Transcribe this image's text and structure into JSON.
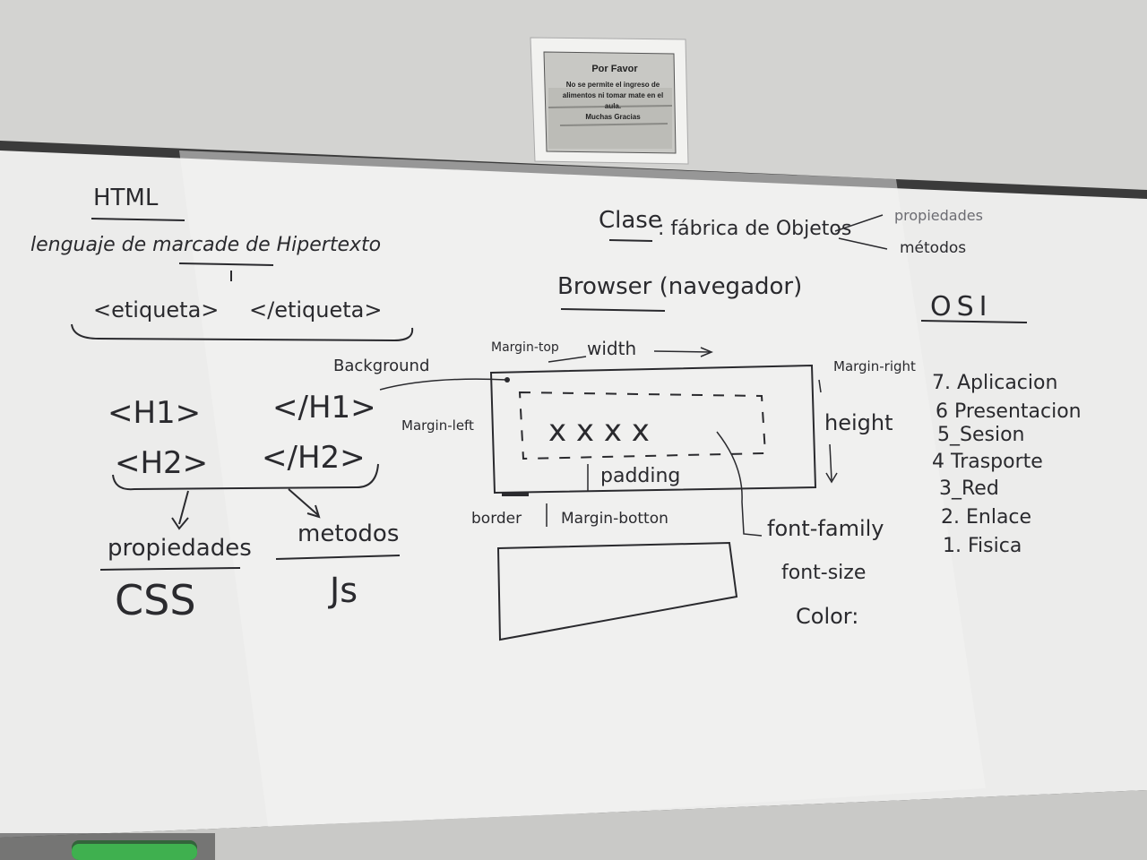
{
  "colors": {
    "wall": "#d4d4d2",
    "board": "#ededec",
    "frame": "#3a3a3a",
    "marker": "#2a2a2e",
    "light_marker": "#6c6c72",
    "tray_item": "#39a54a"
  },
  "sign": {
    "title": "Por Favor",
    "lines": [
      "No se permite el ingreso de",
      "alimentos ni tomar mate en el",
      "aula.",
      "Muchas Gracias"
    ]
  },
  "html_section": {
    "title": "HTML",
    "subtitle": "lenguaje de marcade de Hipertexto",
    "tag_open": "<etiqueta>",
    "tag_close": "</etiqueta>",
    "h1_open": "<H1>",
    "h1_close": "</H1>",
    "h2_open": "<H2>",
    "h2_close": "</H2>",
    "properties": "propiedades",
    "methods": "metodos",
    "css": "CSS",
    "js": "Js"
  },
  "class_section": {
    "clase": "Clase",
    "definition": ": fábrica de Objetos",
    "prop": "propiedades",
    "met": "métodos"
  },
  "browser": "Browser (navegador)",
  "box_model": {
    "background": "Background",
    "margin_top": "Margin-top",
    "width": "width",
    "margin_right": "Margin-right",
    "margin_left": "Margin-left",
    "content": "x x x x",
    "height": "height",
    "padding": "padding",
    "border": "border",
    "margin_bottom": "Margin-botton",
    "font_family": "font-family",
    "font_size": "font-size",
    "color": "Color:"
  },
  "osi": {
    "title": "OSI",
    "layers": [
      "7. Aplicacion",
      "6 Presentacion",
      "5_Sesion",
      "4 Trasporte",
      "3_Red",
      "2. Enlace",
      "1. Fisica"
    ]
  }
}
